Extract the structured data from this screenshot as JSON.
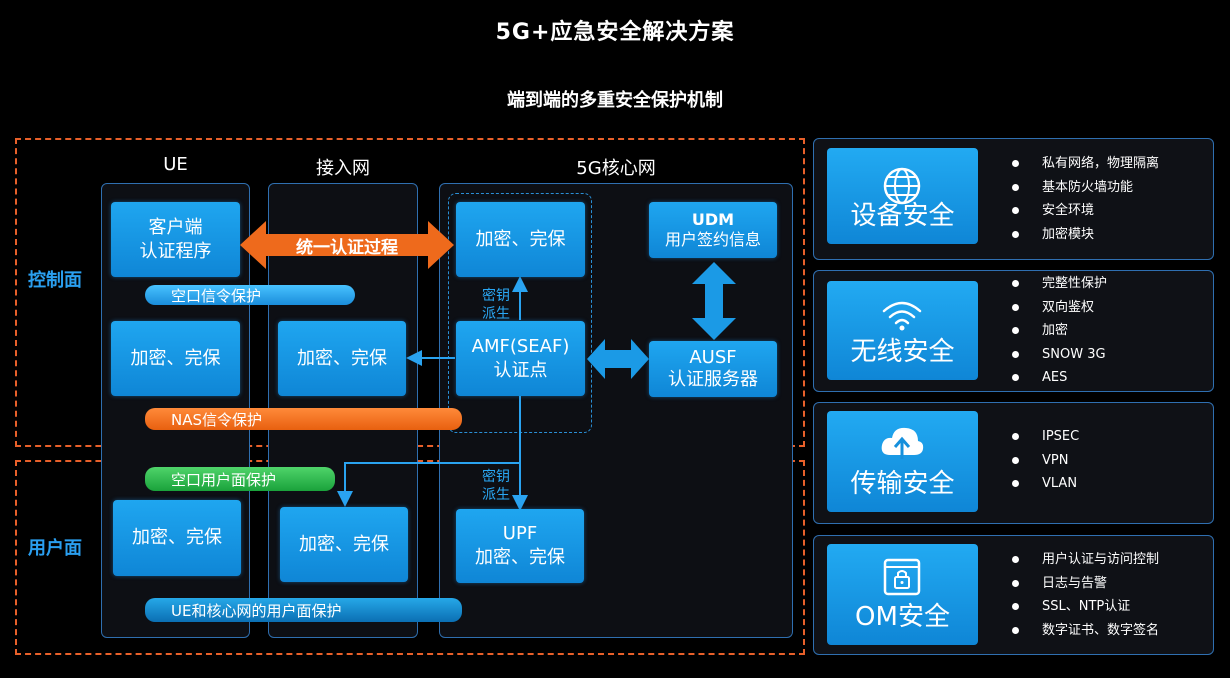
{
  "header": {
    "title": "5G+应急安全解决方案",
    "subtitle": "端到端的多重安全保护机制"
  },
  "columns": {
    "ue": "UE",
    "access": "接入网",
    "core": "5G核心网"
  },
  "planes": {
    "control": "控制面",
    "user": "用户面"
  },
  "boxes": {
    "client_auth": "客户端\n认证程序",
    "ue_ctrl_enc": "加密、完保",
    "ue_user_enc": "加密、完保",
    "ran_ctrl_enc": "加密、完保",
    "ran_user_enc": "加密、完保",
    "core_top_enc": "加密、完保",
    "amf": "AMF(SEAF)\n认证点",
    "udm_title": "UDM",
    "udm_sub": "用户签约信息",
    "ausf": "AUSF\n认证服务器",
    "upf": "UPF\n加密、完保"
  },
  "arrows": {
    "unified_auth": "统一认证过程",
    "key_derive_1": "密钥\n派生",
    "key_derive_2": "密钥\n派生"
  },
  "pipes": {
    "air_signal": "空口信令保护",
    "nas_signal": "NAS信令保护",
    "air_user": "空口用户面保护",
    "ue_core_user": "UE和核心网的用户面保护"
  },
  "security_panels": [
    {
      "label": "设备安全",
      "icon": "globe-icon",
      "items": [
        "私有网络，物理隔离",
        "基本防火墙功能",
        "安全环境",
        "加密模块"
      ]
    },
    {
      "label": "无线安全",
      "icon": "wifi-icon",
      "items": [
        "完整性保护",
        "双向鉴权",
        "加密",
        "SNOW 3G",
        "AES"
      ]
    },
    {
      "label": "传输安全",
      "icon": "cloud-upload-icon",
      "items": [
        "IPSEC",
        "VPN",
        "VLAN"
      ]
    },
    {
      "label": "OM安全",
      "icon": "lock-window-icon",
      "items": [
        "用户认证与访问控制",
        "日志与告警",
        "SSL、NTP认证",
        "数字证书、数字签名"
      ]
    }
  ],
  "colors": {
    "accent_blue": "#1a9be8",
    "accent_orange": "#e8602a",
    "pipe_green": "#1aa23b",
    "background": "#000000"
  }
}
